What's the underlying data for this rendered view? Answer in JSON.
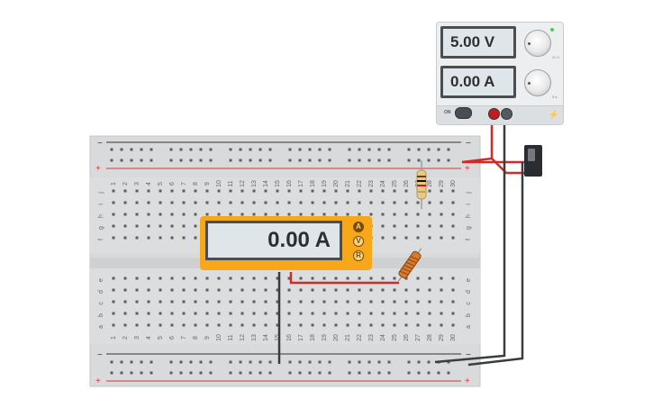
{
  "power_supply": {
    "voltage_display": "5.00 V",
    "current_display": "0.00 A",
    "switch_label": "ON",
    "voltage_knob_label": "30 V",
    "current_knob_label": "5 A"
  },
  "multimeter": {
    "display": "0.00 A",
    "modes": [
      "A",
      "V",
      "R"
    ],
    "active_mode": "A"
  },
  "breadboard": {
    "rail_top_minus": "−",
    "rail_top_plus": "+",
    "rail_bottom_minus": "−",
    "rail_bottom_plus": "+",
    "column_numbers": [
      "1",
      "2",
      "3",
      "4",
      "5",
      "6",
      "7",
      "8",
      "9",
      "10",
      "11",
      "12",
      "13",
      "14",
      "15",
      "16",
      "17",
      "18",
      "19",
      "20",
      "21",
      "22",
      "23",
      "24",
      "25",
      "26",
      "27",
      "28",
      "29",
      "30"
    ],
    "rows_top": [
      "j",
      "i",
      "h",
      "g",
      "f"
    ],
    "rows_bottom": [
      "e",
      "d",
      "c",
      "b",
      "a"
    ]
  },
  "colors": {
    "wire_red": "#d42a26",
    "wire_black": "#3a3d40",
    "meter_body": "#f7a71a",
    "rail_red": "#d13a3a",
    "rail_black": "#333333"
  }
}
